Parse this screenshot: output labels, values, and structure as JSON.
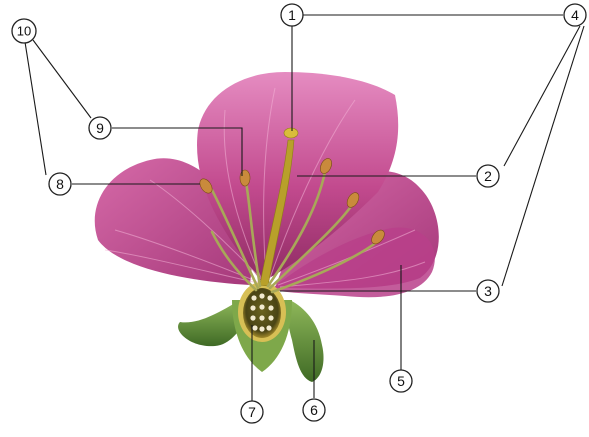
{
  "diagram": {
    "labels": [
      "1",
      "2",
      "3",
      "4",
      "5",
      "6",
      "7",
      "8",
      "9",
      "10"
    ],
    "colors": {
      "petal": "#c24a8e",
      "petal_dark": "#8e2b63",
      "petal_light": "#e089bd",
      "sepal": "#6f9a3e",
      "sepal_dark": "#3f6a25",
      "style": "#b8a02a",
      "filament": "#a8a858",
      "anther": "#c98a3c",
      "ovary": "#c2a332",
      "ovule": "#f2ead0"
    }
  }
}
